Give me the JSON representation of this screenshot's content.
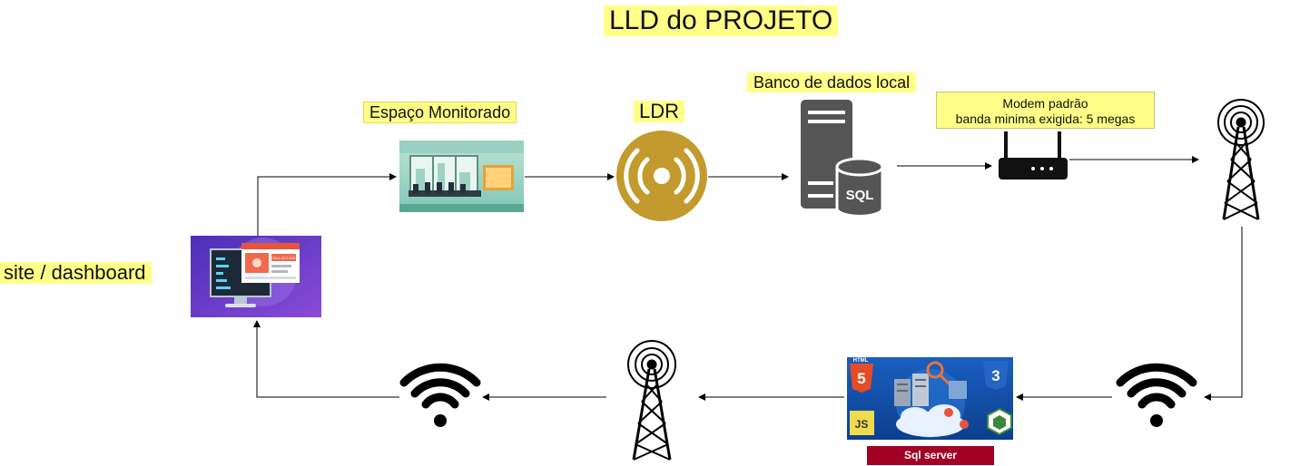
{
  "title": "LLD do PROJETO",
  "nodes": {
    "espaco": "Espaço Monitorado",
    "ldr": "LDR",
    "banco": "Banco de dados local",
    "modem_line1": "Modem padrão",
    "modem_line2": "banda minima exigida: 5 megas",
    "site": "site / dashboard",
    "sql_server": "Sql server"
  },
  "icons": {
    "sql_text": "SQL",
    "html5_badge": "5",
    "html_word": "HTML",
    "css3_badge": "3",
    "js_badge": "JS",
    "cta_text": "CALL ACTION"
  },
  "colors": {
    "label_bg": "#ffff88",
    "ldr_gold": "#c39a2e",
    "sql_bar": "#a20025"
  }
}
